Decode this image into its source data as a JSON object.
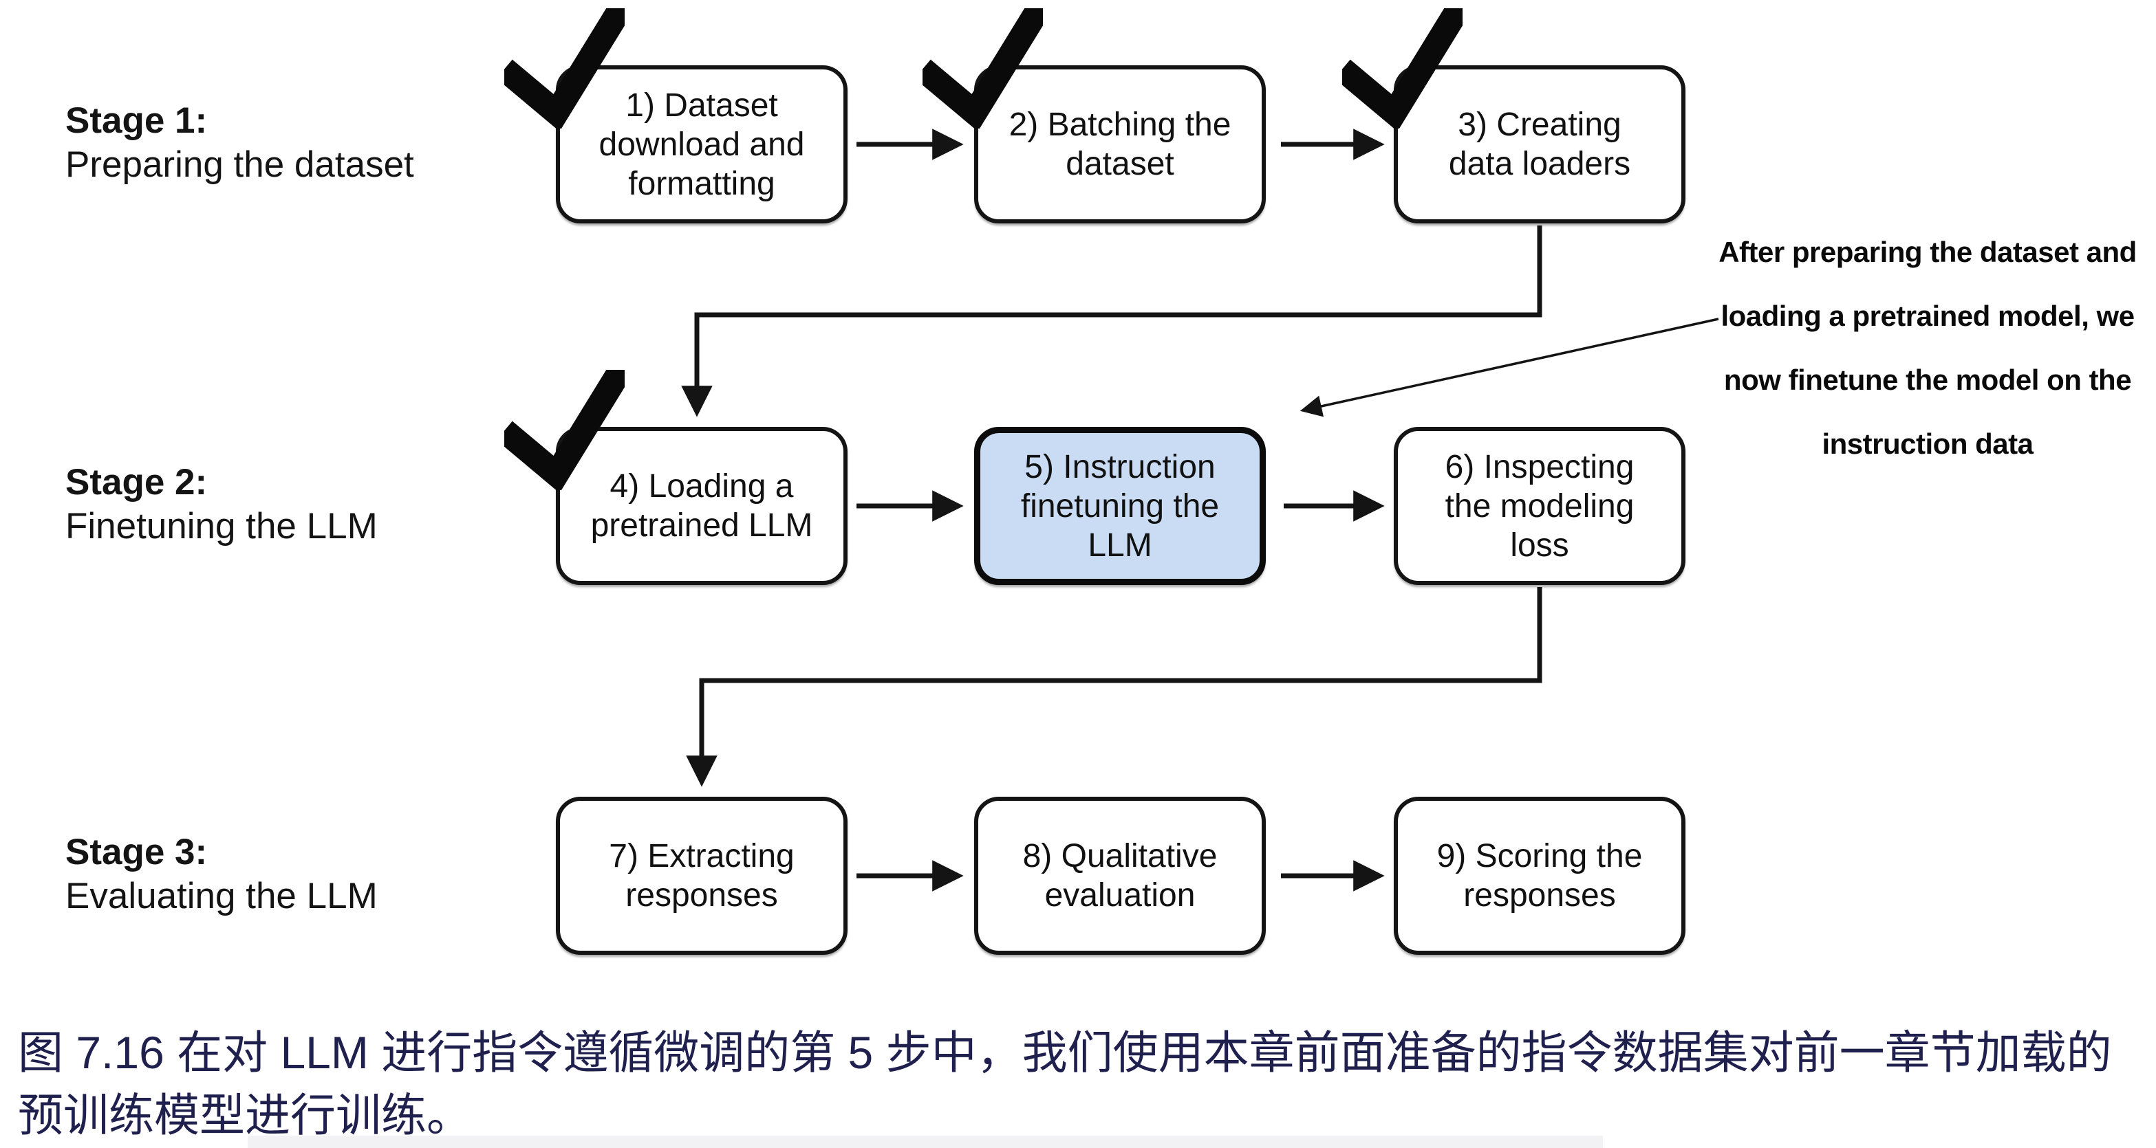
{
  "figure": {
    "stages": [
      {
        "label_bold": "Stage 1:",
        "label_rest": "Preparing the dataset"
      },
      {
        "label_bold": "Stage 2:",
        "label_rest": "Finetuning the LLM"
      },
      {
        "label_bold": "Stage 3:",
        "label_rest": "Evaluating the LLM"
      }
    ],
    "boxes": [
      {
        "lines": [
          "1) Dataset",
          "download and",
          "formatting"
        ],
        "checked": true,
        "highlighted": false
      },
      {
        "lines": [
          "2) Batching the",
          "dataset"
        ],
        "checked": true,
        "highlighted": false
      },
      {
        "lines": [
          "3) Creating",
          "data loaders"
        ],
        "checked": true,
        "highlighted": false
      },
      {
        "lines": [
          "4) Loading a",
          "pretrained LLM"
        ],
        "checked": true,
        "highlighted": false
      },
      {
        "lines": [
          "5) Instruction",
          "finetuning the",
          "LLM"
        ],
        "checked": false,
        "highlighted": true
      },
      {
        "lines": [
          "6) Inspecting",
          "the modeling",
          "loss"
        ],
        "checked": false,
        "highlighted": false
      },
      {
        "lines": [
          "7) Extracting",
          "responses"
        ],
        "checked": false,
        "highlighted": false
      },
      {
        "lines": [
          "8) Qualitative",
          "evaluation"
        ],
        "checked": false,
        "highlighted": false
      },
      {
        "lines": [
          "9) Scoring the",
          "responses"
        ],
        "checked": false,
        "highlighted": false
      }
    ],
    "annotation": {
      "lines": [
        "After preparing the dataset and",
        "loading a pretrained model, we",
        "now finetune the model on the",
        "instruction data"
      ]
    },
    "caption": {
      "line1": "图 7.16 在对 LLM 进行指令遵循微调的第 5 步中，我们使用本章前面准备的指令数据集对前一章节加载的",
      "line2": "预训练模型进行训练。"
    },
    "colors": {
      "highlight_fill": "#C9DCF3",
      "caption_color": "#20204E",
      "line_color": "#141414"
    }
  }
}
